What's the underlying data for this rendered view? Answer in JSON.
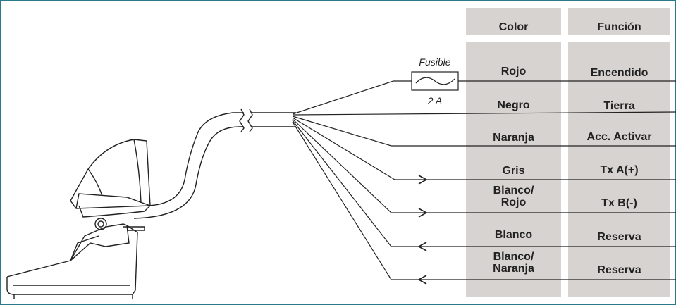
{
  "headers": {
    "color": "Color",
    "function": "Función"
  },
  "fuse": {
    "label": "Fusible",
    "rating": "2 A"
  },
  "wires": [
    {
      "color": "Rojo",
      "function": "Encendido"
    },
    {
      "color": "Negro",
      "function": "Tierra"
    },
    {
      "color": "Naranja",
      "function": "Acc. Activar"
    },
    {
      "color": "Gris",
      "function": "Tx A(+)"
    },
    {
      "color": "Blanco/\nRojo",
      "function": "Tx B(-)"
    },
    {
      "color": "Blanco",
      "function": "Reserva"
    },
    {
      "color": "Blanco/\nNaranja",
      "function": "Reserva"
    }
  ],
  "colors": {
    "border": "#2a7a8c",
    "column_bg": "#d6d3d0",
    "line": "#222222"
  }
}
